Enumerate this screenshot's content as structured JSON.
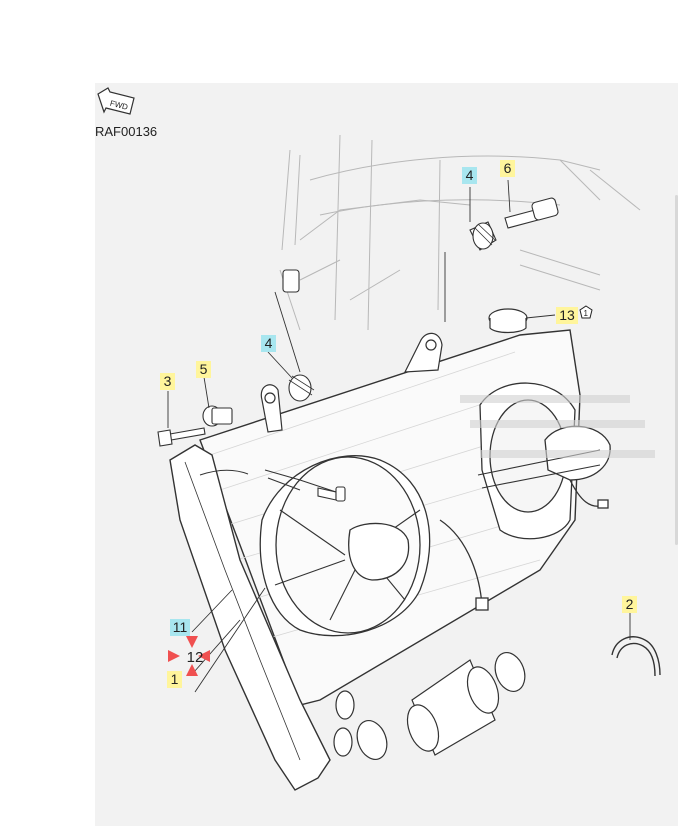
{
  "diagram": {
    "ref_code": "RAF00136",
    "fwd_label": "FWD",
    "colors": {
      "line": "#333333",
      "frame_line": "#b8b8b8",
      "panel_bg": "#f2f2f2",
      "callout_yellow": "#fff59c",
      "callout_cyan": "#a8e6ef",
      "marker_red": "#f05050"
    },
    "callouts": [
      {
        "label": "4",
        "style": "cyan"
      },
      {
        "label": "6",
        "style": "yellow"
      },
      {
        "label": "13",
        "style": "yellow"
      },
      {
        "label": "4",
        "style": "cyan"
      },
      {
        "label": "3",
        "style": "yellow"
      },
      {
        "label": "5",
        "style": "yellow"
      },
      {
        "label": "2",
        "style": "yellow"
      },
      {
        "label": "11",
        "style": "cyan"
      },
      {
        "label": "12",
        "style": "plain"
      },
      {
        "label": "1",
        "style": "yellow"
      }
    ],
    "flag_icon": "pentagon-1",
    "flag_label": "1"
  }
}
